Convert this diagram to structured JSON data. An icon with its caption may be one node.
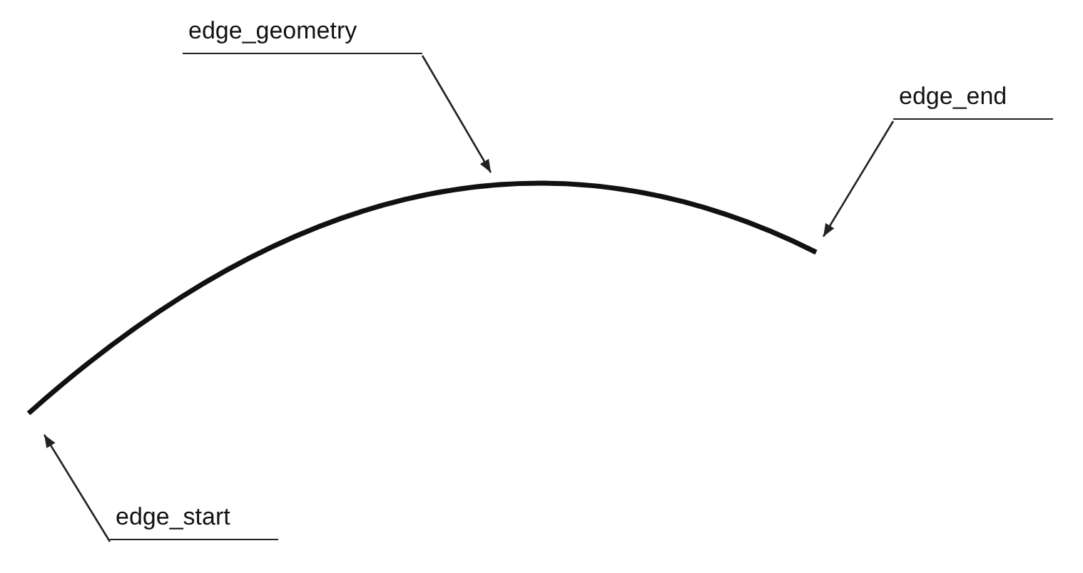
{
  "diagram": {
    "nodes": [
      {
        "text": [
          "edge_geometry"
        ]
      },
      {
        "text": [
          "edge_end"
        ]
      },
      {
        "text": [],
        "shape": "curve"
      },
      {
        "text": [
          "edge_start"
        ]
      }
    ],
    "edges": [
      {
        "from": 0,
        "to": 2,
        "arrow": "to"
      },
      {
        "from": 1,
        "to": 2,
        "arrow": "to"
      },
      {
        "from": 3,
        "to": 2,
        "arrow": "to"
      }
    ]
  }
}
